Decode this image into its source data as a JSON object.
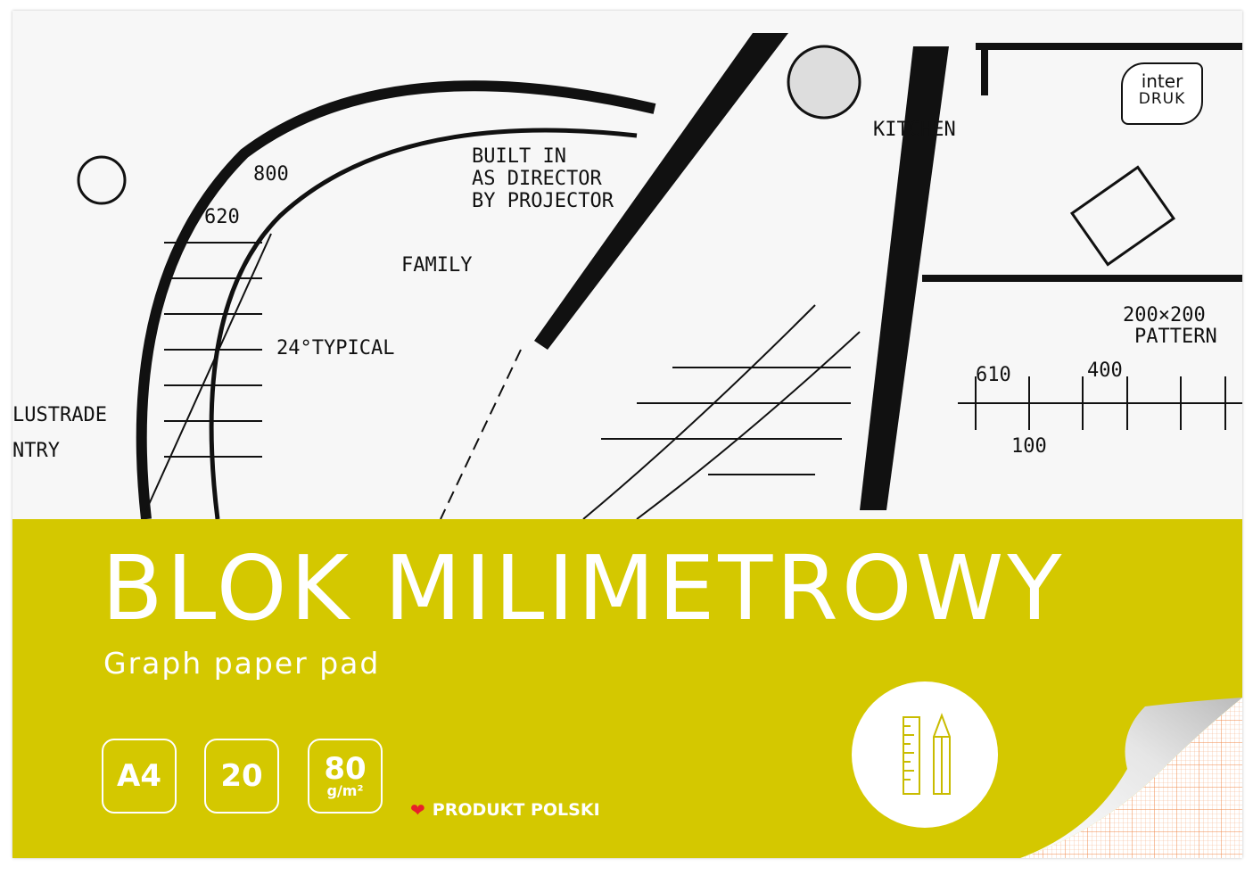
{
  "brand": {
    "logo_top": "inter",
    "logo_bottom": "DRUK"
  },
  "product": {
    "title": "BLOK MILIMETROWY",
    "subtitle": "Graph paper pad",
    "badges": [
      {
        "value": "A4"
      },
      {
        "value": "20"
      },
      {
        "value": "80",
        "unit": "g/m²"
      }
    ],
    "origin": "PRODUKT POLSKI"
  },
  "blueprint_labels": [
    "BUILT IN",
    "AS DIRECTOR",
    "BY PROJECTOR",
    "FAMILY",
    "24°TYPICAL",
    "KITCHEN",
    "200×200",
    "PATTERN",
    "LUSTRADE",
    "NTRY",
    "610",
    "400",
    "100",
    "800",
    "620"
  ],
  "colors": {
    "band": "#d4c800",
    "heart": "#e8202a",
    "grid": "#f08a4b"
  },
  "icons": [
    "ruler-icon",
    "pencil-icon",
    "heart-icon",
    "page-curl"
  ]
}
